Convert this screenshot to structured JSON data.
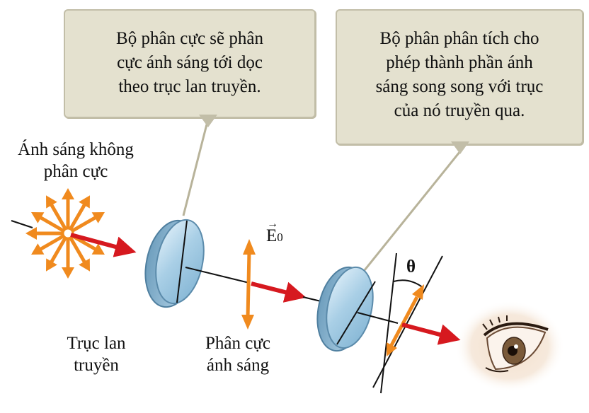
{
  "callouts": {
    "polarizer": {
      "lines": [
        "Bộ phân cực sẽ phân",
        "cực ánh sáng tới dọc",
        "theo trục lan truyền."
      ]
    },
    "analyzer": {
      "lines": [
        "Bộ phân phân tích cho",
        "phép thành phần ánh",
        "sáng song song với trục",
        "của nó truyền qua."
      ]
    }
  },
  "labels": {
    "unpolarized": [
      "Ánh sáng không",
      "phân cực"
    ],
    "axis": [
      "Trục lan",
      "truyền"
    ],
    "polarized": [
      "Phân cực",
      "ánh sáng"
    ],
    "e_field": {
      "symbol": "E",
      "subscript": "0"
    },
    "angle": "θ"
  },
  "colors": {
    "beam": "#d6191f",
    "field_arrow": "#f08a1e",
    "callout_fill": "#e4e1cf",
    "lens": "#b8d8ec"
  }
}
